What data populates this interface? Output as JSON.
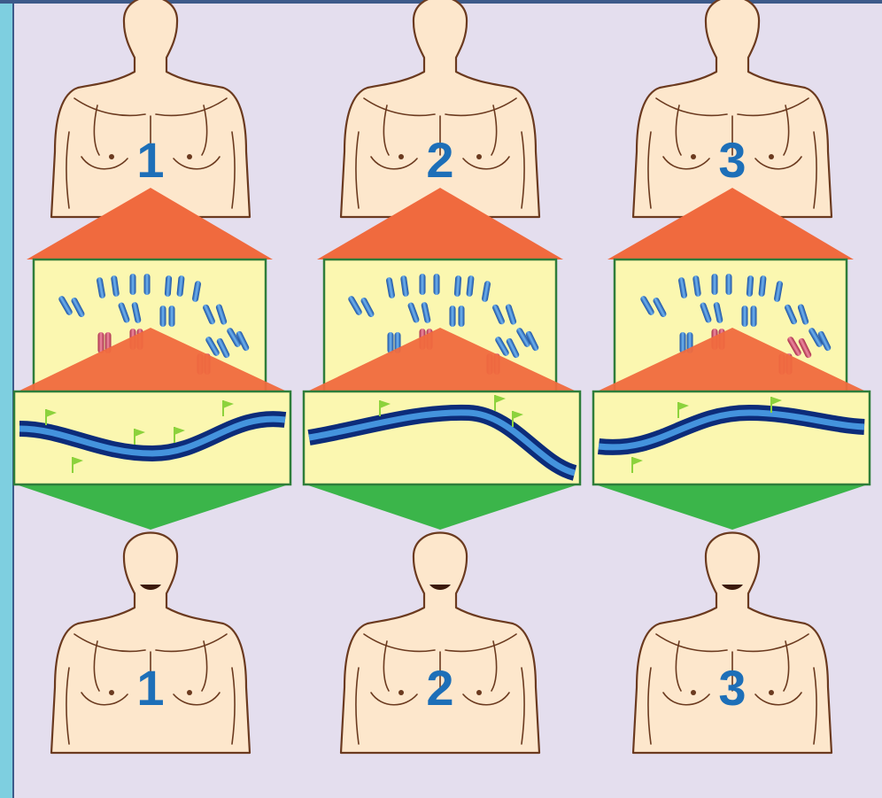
{
  "colors": {
    "background": "#e4deee",
    "frame_left": "#7ecfe0",
    "frame_top": "#3d5a8a",
    "skin": "#fde7cc",
    "outline": "#6b3a1f",
    "number": "#1d6fb8",
    "zoom_wedge": "#f06a3e",
    "panel_fill": "#fbf7b0",
    "panel_border": "#2e7d3a",
    "output_wedge": "#3bb54a",
    "chromosome_normal": "#3b7fd0",
    "chromosome_highlight": "#d3566b",
    "dna_strand": "#1f63c8",
    "flag": "#8cd23c"
  },
  "people": [
    {
      "number": "1"
    },
    {
      "number": "2"
    },
    {
      "number": "3"
    }
  ],
  "icons": {
    "torso": "human-torso-icon",
    "chromosome": "chromosome-icon",
    "dna": "dna-strand-icon",
    "flag": "variant-flag-icon"
  }
}
